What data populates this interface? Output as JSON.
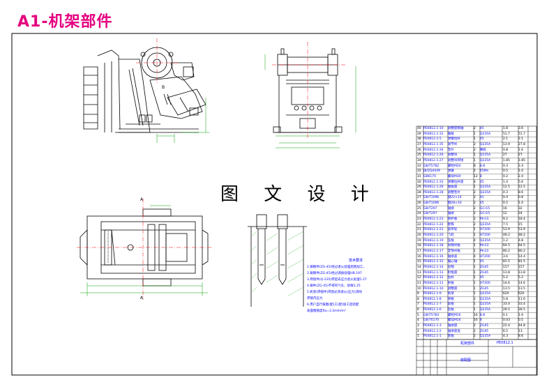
{
  "title": "A1-机架部件",
  "center_caption": "图 文 设 计",
  "labels": {
    "section_A": "A",
    "section_A2": "A",
    "section_B": "B"
  },
  "notes": {
    "heading": "技术要求",
    "items": [
      "1.铸钢件(ZG-45)经过退火处理后粗加工，",
      "2.铸钢件(ZG-45)经过调质处理HB.197",
      "3.焊接件(Q-235)焊后去应力退火处理1.27",
      "4.铸件(ZG-45)不得有气孔、砂眼1.25",
      "5.机架(焊接件)焊后必须退火(应力)消除",
      "   焊接内应力",
      "6.用户自行按图(配)工(配)加工后装配",
      "   表面粗糙度Ra=3.2mm/m²"
    ]
  },
  "parts_rows": [
    [
      "40",
      "PE0812.1-10",
      "调整座销轴",
      "2",
      "45",
      "1.8",
      "3.6"
    ],
    [
      "39",
      "PE0812.1-31",
      "推板",
      "1",
      "Q235A",
      "51.7",
      "51.7"
    ],
    [
      "38",
      "PE0812.1-5",
      "弹簧拉杆",
      "1",
      "45",
      "2.1",
      "2.1"
    ],
    [
      "37",
      "PE0812.1-35",
      "调节杆",
      "2",
      "Q235A",
      "13.9",
      "27.8"
    ],
    [
      "36",
      "PE0812.1-34",
      "垫片",
      "2",
      "橡胶",
      "0.8",
      "1.6"
    ],
    [
      "35",
      "PE0812.1-26",
      "调整块",
      "1",
      "Q235A",
      "27",
      "27"
    ],
    [
      "34",
      "PE0812.1-27",
      "调整块焊接",
      "1",
      "Q235A",
      "1.85",
      "1.85"
    ],
    [
      "33",
      "GB/T5782",
      "螺栓M20",
      "8",
      "8.8",
      "0.3",
      "2.4"
    ],
    [
      "32",
      "JB/ZQ4449",
      "弹簧",
      "2",
      "65Mn",
      "0.5",
      "1.0"
    ],
    [
      "31",
      "GB6170",
      "螺母M30",
      "12",
      "8",
      "0.2",
      "2.4"
    ],
    [
      "30",
      "PE0812.1-33",
      "弹簧拉杆座",
      "4",
      "45",
      "1.4",
      "5.6"
    ],
    [
      "29",
      "PE0812.1-29",
      "推板座",
      "1",
      "Q235A",
      "12.5",
      "12.5"
    ],
    [
      "28",
      "PE0812.1-28",
      "调整垫片",
      "2",
      "Q235A",
      "4.3",
      "8.6"
    ],
    [
      "27",
      "GB/T1096",
      "键22×14",
      "2",
      "45",
      "0.4",
      "0.8"
    ],
    [
      "26",
      "GB/T1096",
      "键28×16",
      "2",
      "45",
      "0.5",
      "1.0"
    ],
    [
      "25",
      "GB/T297",
      "轴承",
      "2",
      "GCr15",
      "16",
      "32"
    ],
    [
      "24",
      "GB/T297",
      "轴承",
      "2",
      "GCr15",
      "12",
      "24"
    ],
    [
      "23",
      "PE0812.1-23",
      "侧护板",
      "2",
      "Mn13",
      "9.2",
      "18.4"
    ],
    [
      "22",
      "PE0812.1-22",
      "楔铁",
      "2",
      "Q235A",
      "7.5",
      "15"
    ],
    [
      "21",
      "PE0812.1-21",
      "皮带轮",
      "1",
      "HT200",
      "53.9",
      "53.9"
    ],
    [
      "20",
      "PE0812.1-20",
      "飞轮",
      "1",
      "HT200",
      "48.2",
      "48.2"
    ],
    [
      "19",
      "PE0812.1-19",
      "压板",
      "4",
      "Q235A",
      "1.2",
      "4.8"
    ],
    [
      "18",
      "PE0812.1-18",
      "动颚衬板",
      "1",
      "Mn13",
      "64.5",
      "64.5"
    ],
    [
      "17",
      "PE0812.1-17",
      "定颚衬板",
      "1",
      "Mn13",
      "80.2",
      "80.2"
    ],
    [
      "16",
      "PE0812.1-16",
      "轴承盖",
      "4",
      "HT200",
      "3.6",
      "14.4"
    ],
    [
      "15",
      "PE0812.1-15",
      "偏心轴",
      "1",
      "45",
      "81.5",
      "81.5"
    ],
    [
      "14",
      "PE0812.1-14",
      "动颚",
      "1",
      "ZG45",
      "157",
      "157"
    ],
    [
      "13",
      "PE0812.1-13",
      "肘板座",
      "1",
      "ZG45",
      "13.8",
      "13.8"
    ],
    [
      "12",
      "PE0812.1-12",
      "拉杆",
      "1",
      "45",
      "5.2",
      "5.2"
    ],
    [
      "11",
      "PE0812.1-11",
      "肘板",
      "1",
      "HT200",
      "14.6",
      "14.6"
    ],
    [
      "10",
      "PE0812.1-10",
      "调整座",
      "1",
      "ZG45",
      "13.5",
      "13.5"
    ],
    [
      "9",
      "PE0812.1-9",
      "机架",
      "1",
      "Q235A",
      "620",
      "620"
    ],
    [
      "8",
      "PE0812.1-8",
      "侧板",
      "2",
      "Q235A",
      "5.8",
      "11.6"
    ],
    [
      "7",
      "PE0812.1-7",
      "前板",
      "1",
      "Q235A",
      "33.4",
      "33.4"
    ],
    [
      "6",
      "PE0812.1-6",
      "后板",
      "1",
      "Q235A",
      "28.5",
      "28.5"
    ],
    [
      "5",
      "GB/T5783",
      "螺栓M16",
      "16",
      "8.8",
      "0.1",
      "1.6"
    ],
    [
      "4",
      "GB/T6170",
      "螺母M16",
      "16",
      "8",
      "0.03",
      "0.5"
    ],
    [
      "3",
      "PE0812.1-3",
      "轴承座",
      "2",
      "ZG45",
      "22.4",
      "44.8"
    ],
    [
      "2",
      "PE0812.1-2",
      "轴承座盖",
      "2",
      "ZG45",
      "6.5",
      "13"
    ],
    [
      "1",
      "PE0812.1-1",
      "底板",
      "2",
      "Q235A",
      "4.3",
      "8.6"
    ]
  ],
  "title_block": {
    "name": "机架部件",
    "code": "PE0812.1",
    "label2": "装配图"
  },
  "colors": {
    "title": "#e4007f",
    "line": "#000000",
    "dim": "#00a000",
    "text": "#0000ff",
    "center": "#ff0000"
  }
}
